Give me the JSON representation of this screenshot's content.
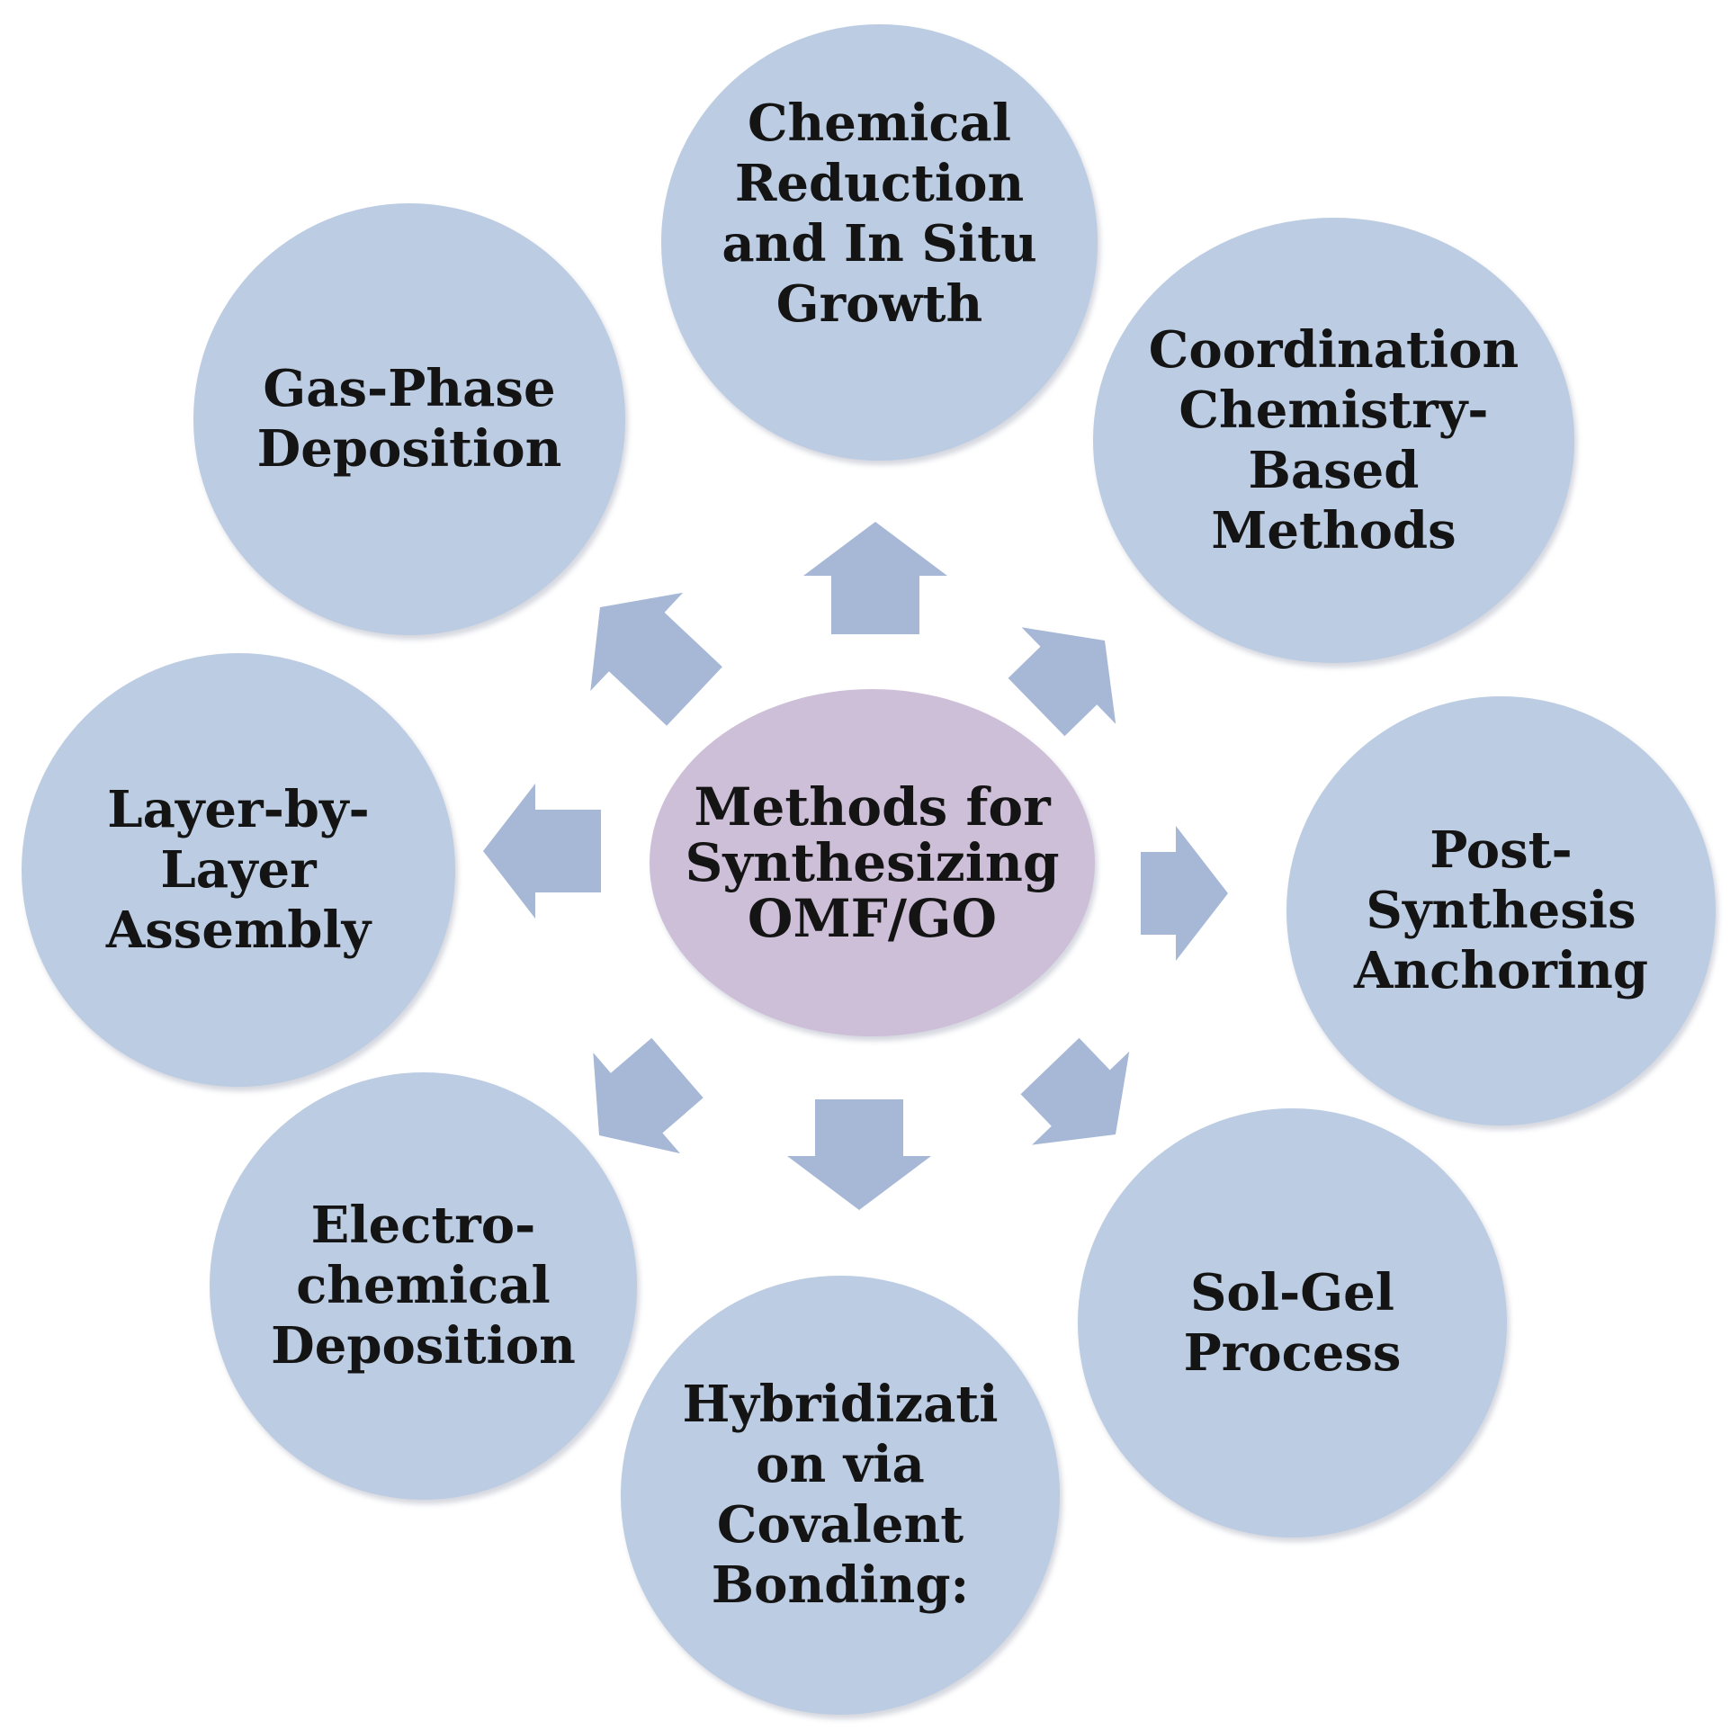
{
  "center": {
    "label": "Methods for\nSynthesizing\nOMF/GO"
  },
  "methods": [
    {
      "label": "Chemical\nReduction\nand In Situ\nGrowth"
    },
    {
      "label": "Coordination\nChemistry-\nBased\nMethods"
    },
    {
      "label": "Post-\nSynthesis\nAnchoring"
    },
    {
      "label": "Sol-Gel\nProcess"
    },
    {
      "label": "Hybridizati\non via\nCovalent\nBonding:"
    },
    {
      "label": "Electro-\nchemical\nDeposition"
    },
    {
      "label": "Layer-by-\nLayer\nAssembly"
    },
    {
      "label": "Gas-Phase\nDeposition"
    }
  ],
  "colors": {
    "method_circle": "#bccce2",
    "center_ellipse": "#cebfd8",
    "arrow": "#a6b8d6",
    "text": "#141414"
  }
}
